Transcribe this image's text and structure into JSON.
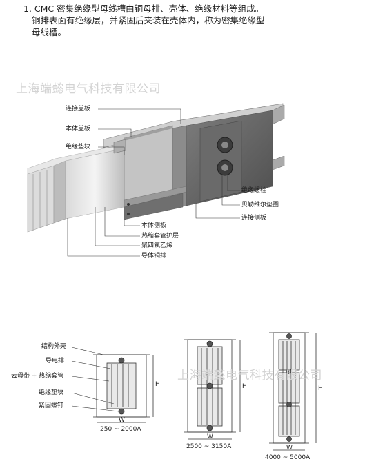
{
  "intro": {
    "line1": "1. CMC 密集绝缘型母线槽由铜母排、壳体、绝缘材料等组成。",
    "line2": "铜排表面有绝缘层，并紧固后夹装在壳体内，称为密集绝缘型",
    "line3": "母线槽。"
  },
  "watermark": {
    "top": "上海端懿电气科技有限公司",
    "bottom": "上海端懿电气科技有限公司"
  },
  "callouts_top": {
    "connect_cover": "连接盖板",
    "body_cover": "本体盖板",
    "insulation_pad": "绝缘垫块",
    "insulation_bolt": "绝缘螺栓",
    "belleville_washer": "贝勒维尔垫圈",
    "connect_side": "连接侧板",
    "body_side": "本体侧板",
    "heat_shrink": "热缩套管护层",
    "ptfe": "聚四氟乙烯",
    "copper_bar": "导体铜排"
  },
  "callouts_bottom": {
    "shell": "结构外壳",
    "busbar": "导电排",
    "mica_tape": "云母带 + 热缩套管",
    "pad": "绝缘垫块",
    "bolt": "紧固螺钉"
  },
  "sections": [
    {
      "w": "W",
      "h": "H",
      "range": "250 ~ 2000A"
    },
    {
      "w": "W",
      "h": "H",
      "range": "2500 ~ 3150A"
    },
    {
      "w": "W",
      "h": "H",
      "range": "4000 ~ 5000A"
    }
  ]
}
